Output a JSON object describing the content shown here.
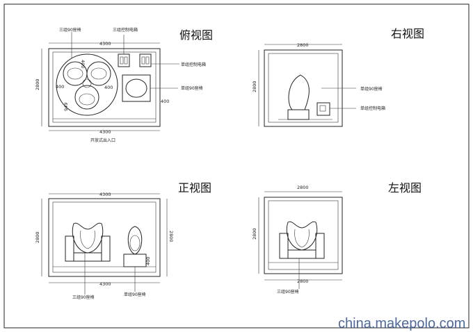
{
  "views": {
    "top": {
      "title": "俯视图",
      "dims": {
        "width_top": "4300",
        "width_bottom": "4300",
        "height": "2800",
        "d1": "400",
        "d2": "400",
        "d3": "400",
        "d4": "400",
        "d5": "949"
      },
      "labels": {
        "three_seat": "三组90座椅",
        "three_box": "三组控制电箱",
        "single_box": "单组控制电箱",
        "single_seat": "单组90座椅",
        "entrance": "开放式出入口"
      }
    },
    "right": {
      "title": "右视图",
      "dims": {
        "width": "2800",
        "height": "2800"
      },
      "labels": {
        "single_seat": "单组90座椅",
        "single_box": "单组控制电箱"
      }
    },
    "front": {
      "title": "正视图",
      "dims": {
        "width_top": "4300",
        "width_bottom": "4300",
        "height_left": "2800",
        "height_right": "2800",
        "d1": "400"
      },
      "labels": {
        "three_seat": "三组90座椅",
        "single_seat": "单组90座椅"
      }
    },
    "left": {
      "title": "左视图",
      "dims": {
        "width_top": "2800",
        "width_bottom": "2800",
        "height": "2800"
      },
      "labels": {
        "three_seat": "三组90座椅"
      }
    }
  },
  "watermark": "china.makepolo.com"
}
